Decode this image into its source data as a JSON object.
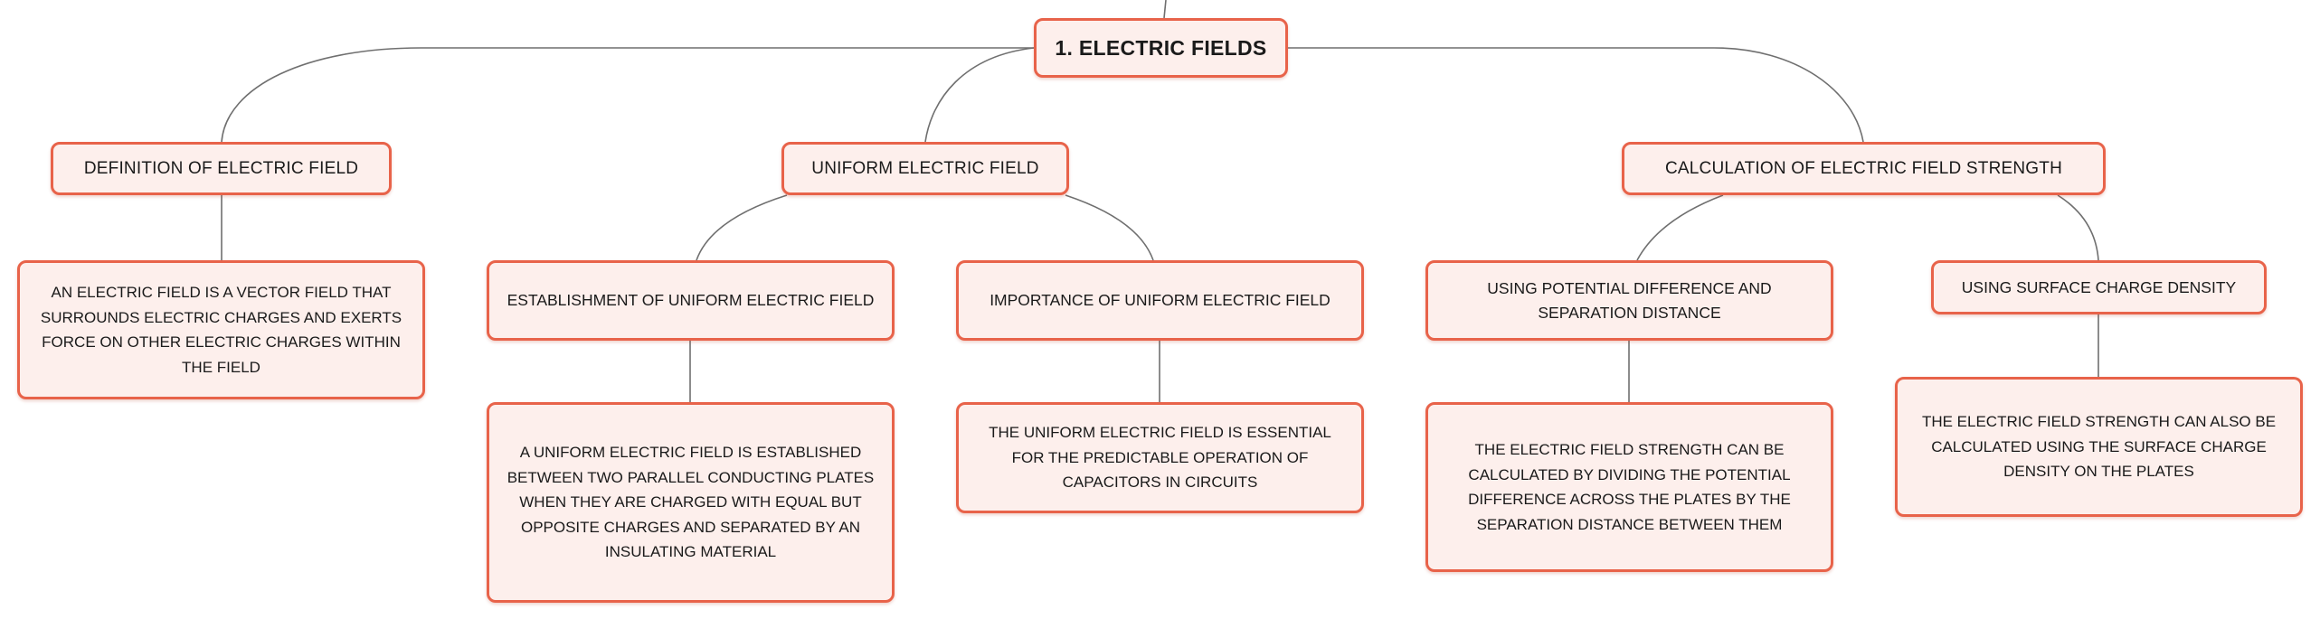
{
  "mindmap": {
    "root": {
      "label": "1. ELECTRIC FIELDS"
    },
    "definition": {
      "label": "DEFINITION OF ELECTRIC FIELD",
      "detail": "AN ELECTRIC FIELD IS A VECTOR FIELD THAT SURROUNDS ELECTRIC CHARGES AND EXERTS FORCE ON OTHER ELECTRIC CHARGES WITHIN THE FIELD"
    },
    "uniform": {
      "label": "UNIFORM ELECTRIC FIELD",
      "establishment": {
        "label": "ESTABLISHMENT OF UNIFORM ELECTRIC FIELD",
        "detail": "A UNIFORM ELECTRIC FIELD IS ESTABLISHED BETWEEN TWO PARALLEL CONDUCTING PLATES WHEN THEY ARE CHARGED WITH EQUAL BUT OPPOSITE CHARGES AND SEPARATED BY AN INSULATING MATERIAL"
      },
      "importance": {
        "label": "IMPORTANCE OF UNIFORM ELECTRIC FIELD",
        "detail": "THE UNIFORM ELECTRIC FIELD IS ESSENTIAL FOR THE PREDICTABLE OPERATION OF CAPACITORS IN CIRCUITS"
      }
    },
    "calculation": {
      "label": "CALCULATION OF ELECTRIC FIELD STRENGTH",
      "potential": {
        "label": "USING POTENTIAL DIFFERENCE AND SEPARATION DISTANCE",
        "detail": "THE ELECTRIC FIELD STRENGTH CAN BE CALCULATED BY DIVIDING THE POTENTIAL DIFFERENCE ACROSS THE PLATES BY THE SEPARATION DISTANCE BETWEEN THEM"
      },
      "surface": {
        "label": "USING SURFACE CHARGE DENSITY",
        "detail": "THE ELECTRIC FIELD STRENGTH CAN ALSO BE CALCULATED USING THE SURFACE CHARGE DENSITY ON THE PLATES"
      }
    }
  },
  "colors": {
    "node_border": "#e8634a",
    "node_fill": "#fdefec",
    "connector": "#6f6f6f"
  }
}
